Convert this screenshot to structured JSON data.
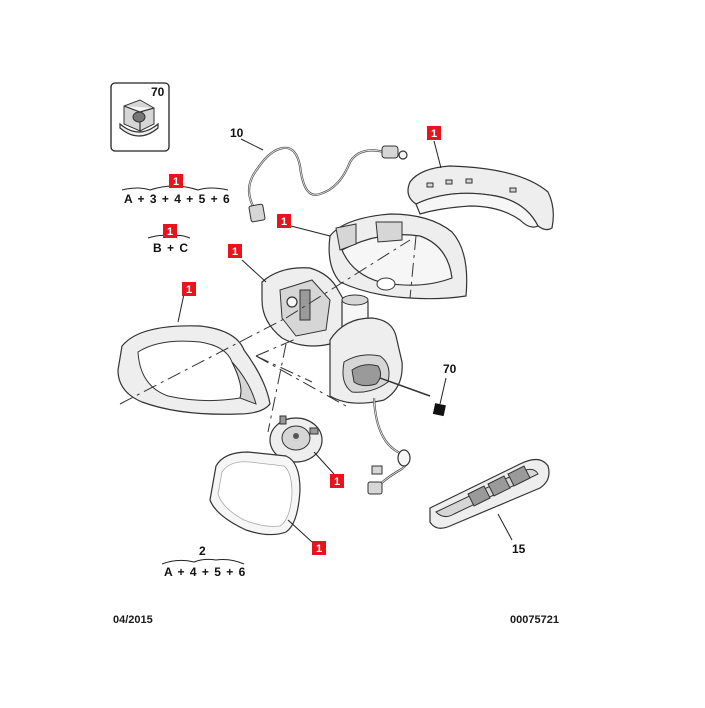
{
  "callouts": {
    "c70_box": "70",
    "c10": "10",
    "c1_cover": "1",
    "c1_formula": "1",
    "c1_bc": "1",
    "c1_housing": "1",
    "c1_motor": "1",
    "c1_frame": "1",
    "c70_nut": "70",
    "c1_actuator": "1",
    "c1_glass": "1",
    "c2": "2",
    "c15": "15"
  },
  "formulas": {
    "f1": "A + 3 + 4 + 5 + 6",
    "f_bc": "B + C",
    "f2": "A + 4 + 5 + 6"
  },
  "footer": {
    "date": "04/2015",
    "ref": "00075721"
  },
  "colors": {
    "badge": "#e8141c",
    "outline": "#333333",
    "fill": "#eeeeee"
  }
}
